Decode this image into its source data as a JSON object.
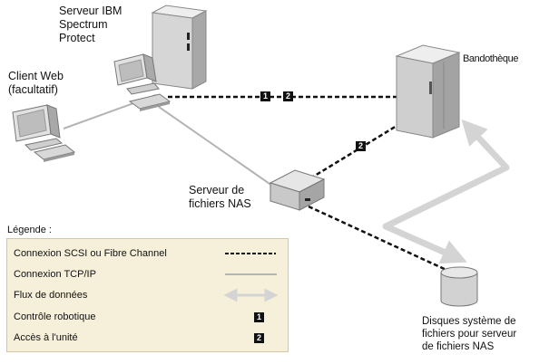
{
  "labels": {
    "server": "Serveur IBM\nSpectrum\nProtect",
    "client": "Client Web\n(facultatif)",
    "library": "Bandothèque",
    "nas_server": "Serveur de\nfichiers NAS",
    "disks": "Disques système de\nfichiers pour serveur\nde fichiers NAS"
  },
  "badges": {
    "robot": "1",
    "drive": "2"
  },
  "legend": {
    "title": "Légende :",
    "items": [
      {
        "label": "Connexion SCSI ou Fibre Channel",
        "symbol": "dashed-line"
      },
      {
        "label": "Connexion TCP/IP",
        "symbol": "solid-line"
      },
      {
        "label": "Flux de données",
        "symbol": "double-arrow"
      },
      {
        "label": "Contrôle robotique",
        "symbol": "1"
      },
      {
        "label": "Accès à l'unité",
        "symbol": "2"
      }
    ]
  },
  "colors": {
    "dashed_link": "#111111",
    "tcpip_link": "#b4b4b4",
    "data_flow": "#d4d4d4",
    "legend_bg": "#f6efd9"
  }
}
